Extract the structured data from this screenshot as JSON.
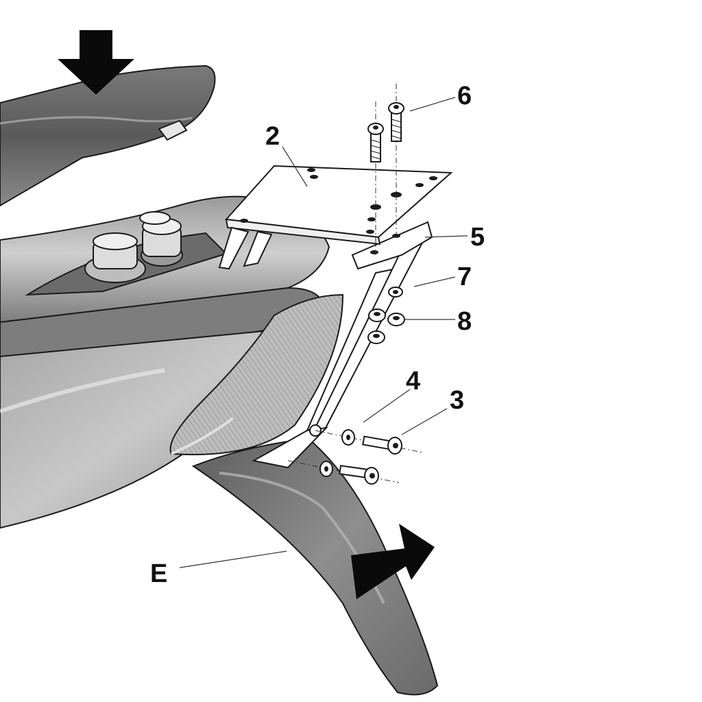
{
  "labels": {
    "part_2": "2",
    "part_3": "3",
    "part_4": "4",
    "part_5": "5",
    "part_6": "6",
    "part_7": "7",
    "part_8": "8",
    "part_E": "E"
  },
  "colors": {
    "body_dark": "#5f5f5f",
    "body_mid": "#8c8c8c",
    "body_light": "#c4c4c4",
    "outline": "#1a1a1a",
    "arrow": "#0a0a0a",
    "metal": "#ffffff"
  }
}
